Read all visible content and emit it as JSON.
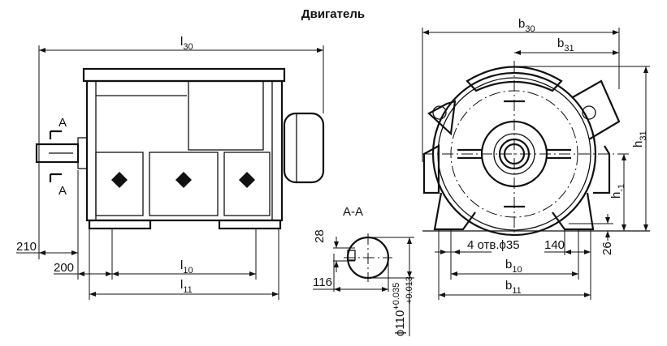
{
  "title": "Двигатель",
  "side_view": {
    "l30": {
      "base": "l",
      "sub": "30"
    },
    "l10": {
      "base": "l",
      "sub": "10"
    },
    "l11": {
      "base": "l",
      "sub": "11"
    },
    "dim_210": "210",
    "dim_200": "200",
    "section_mark": "A"
  },
  "section": {
    "label": "A-A",
    "dim_28": "28",
    "dim_116": "116",
    "shaft_diameter": "ϕ110",
    "tol_upper": "+0.035",
    "tol_lower": "+0.013"
  },
  "front_view": {
    "b30": {
      "base": "b",
      "sub": "30"
    },
    "b31": {
      "base": "b",
      "sub": "31"
    },
    "b10": {
      "base": "b",
      "sub": "10"
    },
    "b11": {
      "base": "b",
      "sub": "11"
    },
    "h31": {
      "base": "h",
      "sub": "31"
    },
    "h_1": {
      "base": "h",
      "sub": "-1"
    },
    "holes": "4 отв.ϕ35",
    "dim_140": "140",
    "dim_26": "26"
  }
}
